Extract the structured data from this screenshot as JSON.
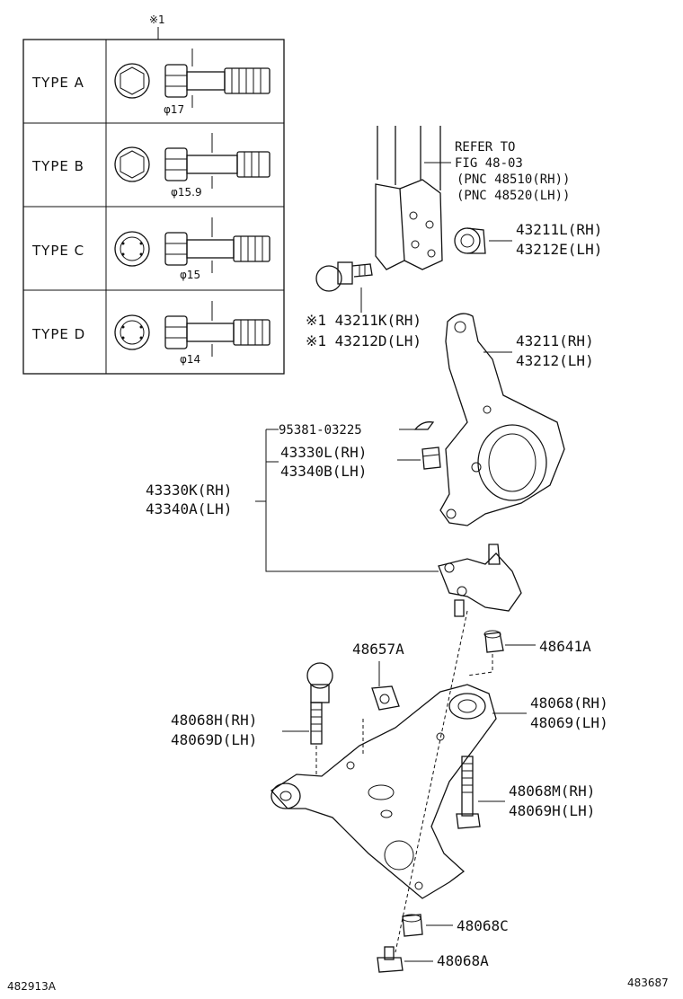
{
  "table": {
    "header": "※1",
    "rows": [
      {
        "type": "TYPE A",
        "diameter": "φ17"
      },
      {
        "type": "TYPE B",
        "diameter": "φ15.9"
      },
      {
        "type": "TYPE C",
        "diameter": "φ15"
      },
      {
        "type": "TYPE D",
        "diameter": "φ14"
      }
    ]
  },
  "refer": {
    "line1": "REFER TO",
    "line2": "FIG 48-03",
    "line3": "(PNC 48510(RH))",
    "line4": "(PNC 48520(LH))"
  },
  "labels": {
    "p43211L": "43211L(RH)",
    "p43212E": "43212E(LH)",
    "p43211K": "※1 43211K(RH)",
    "p43212D": "※1 43212D(LH)",
    "p43211": "43211(RH)",
    "p43212": "43212(LH)",
    "p95381": "95381-03225",
    "p43330L": "43330L(RH)",
    "p43340B": "43340B(LH)",
    "p43330K": "43330K(RH)",
    "p43340A": "43340A(LH)",
    "p48657A": "48657A",
    "p48641A": "48641A",
    "p48068H": "48068H(RH)",
    "p48069D": "48069D(LH)",
    "p48068": "48068(RH)",
    "p48069": "48069(LH)",
    "p48068M": "48068M(RH)",
    "p48069H": "48069H(LH)",
    "p48068C": "48068C",
    "p48068A": "48068A"
  },
  "footer": {
    "left_code": "482913A",
    "right_code": "483687"
  }
}
